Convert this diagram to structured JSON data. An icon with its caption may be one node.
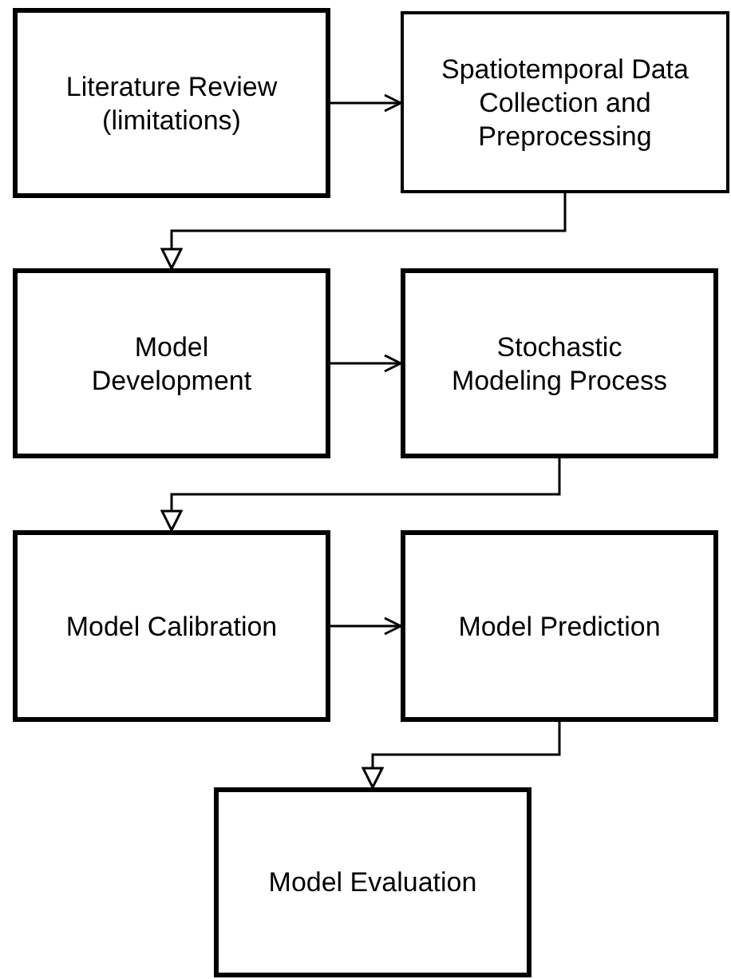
{
  "diagram": {
    "nodes": [
      {
        "text": [
          "Literature Review (limitations)"
        ]
      },
      {
        "text": [
          "Spatiotemporal Data Collection and Preprocessing"
        ]
      },
      {
        "text": [
          "Model Development"
        ]
      },
      {
        "text": [
          "Stochastic Modeling Process"
        ]
      },
      {
        "text": [
          "Model Calibration"
        ]
      },
      {
        "text": [
          "Model Prediction"
        ]
      },
      {
        "text": [
          "Model Evaluation"
        ]
      }
    ],
    "edges": [
      {
        "from": 0,
        "to": 1,
        "arrow": "to"
      },
      {
        "from": 1,
        "to": 2,
        "arrow": "to"
      },
      {
        "from": 2,
        "to": 3,
        "arrow": "to"
      },
      {
        "from": 3,
        "to": 4,
        "arrow": "to"
      },
      {
        "from": 4,
        "to": 5,
        "arrow": "to"
      },
      {
        "from": 5,
        "to": 6,
        "arrow": "to"
      }
    ]
  }
}
